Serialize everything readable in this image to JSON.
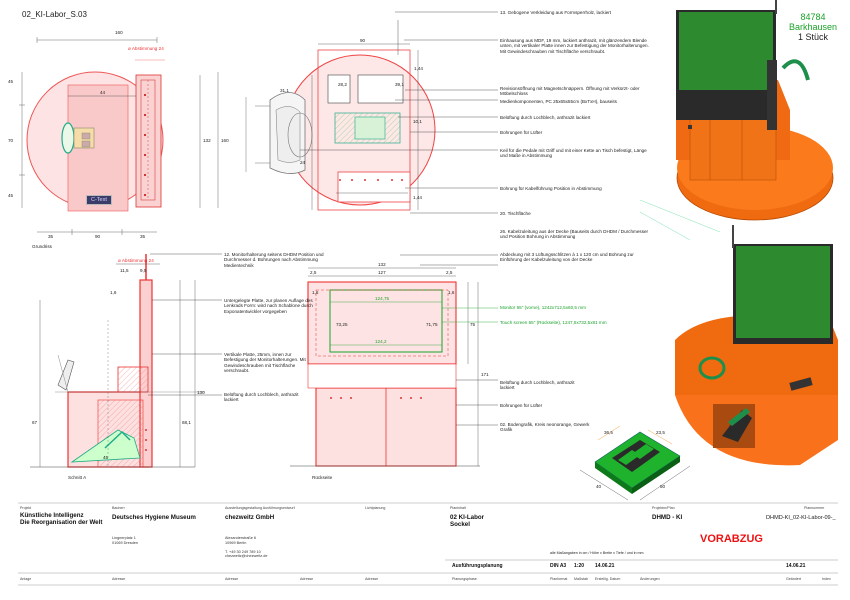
{
  "sheet_title": "02_KI-Labor_S.03",
  "product": {
    "number": "84784",
    "location": "Barkhausen",
    "quantity": "1 Stück"
  },
  "views": {
    "plan": "Grundriss",
    "section_a": "Schnitt A",
    "rear": "Rückseite"
  },
  "plan_tag": "C-Text",
  "dims": {
    "plan_160": "160",
    "plan_abst": "ø Abstimmung 24",
    "plan_44": "44",
    "plan_45a": "45",
    "plan_70": "70",
    "plan_45b": "45",
    "plan_132": "132",
    "plan_160v": "160",
    "plan_35a": "35",
    "plan_90": "90",
    "plan_35b": "35",
    "det_90": "90",
    "det_28": "28,2",
    "det_39": "39,1",
    "det_31": "31,1",
    "det_144a": "1,44",
    "det_10": "10,1",
    "det_144b": "1,44",
    "det_24": "24",
    "rear_132": "132",
    "rear_25a": "2,5",
    "rear_127": "127",
    "rear_25b": "2,5",
    "rear_12475": "124,75",
    "rear_1242": "124,2",
    "rear_7325": "73,25",
    "rear_7175": "71,75",
    "rear_75": "75",
    "rear_171": "171",
    "rear_16a": "1,6",
    "rear_16b": "1,6",
    "sec_abst": "ø Abstimmung 24",
    "sec_95": "9,5",
    "sec_115": "11,5",
    "sec_16": "1,6",
    "sec_130": "130",
    "sec_68": "68,1",
    "sec_67": "67",
    "sec_45": "45",
    "iso_365": "36,5",
    "iso_235": "23,5",
    "iso_40": "40",
    "iso_50": "50"
  },
  "notes": [
    "13. Gebogene Verkleidung aus Formsperrholz, lackiert",
    "Einhausung aus MDF, 19 mm, lackiert anthrazit, mit glänzendem Blende unten, mit vertikaler Platte innen zur Befestigung der Monitorhalterungen. Mit Gewindeschrauben mit Tischfläche verschraubt.",
    "Revisionsöffnung mit Magnetschnäppern. Öffnung mit Verkürzt- oder Möbelschloss",
    "Medienkomponenten, PC 25x65x55cm (BxTxH), bauseits",
    "Belüftung durch Lochblech, anthrazit lackiert",
    "Bohrungen für Lüfter",
    "Keil für die Pedale mit Griff und mit einer Kette an Tisch befestigt, Länge und Maße in Abstimmung",
    "Bohrung für Kabelführung Position in Abstimmung",
    "20. Tischfläche",
    "26. Kabelzuleitung aus der Decke (Bauseits durch DHDM / Durchmesser und Position Bohrung in Abstimmung",
    "Abdeckung mit 3 Lüftungsschlitzen à 1 x 120 cm und Bohrung zur Einführung der Kabelzuleitung von der Decke",
    "12. Monitorhalterung seitens DHDM Position und Durchmesser d. Bohrungen nach Abstimmung Medientechnik",
    "Untergelegte Platte, zur planen Auflage des Lenkrads Form: wird nach Schablone durch Exponatentwickler vorgegeben",
    "Vertikale Platte, 25mm, innen zur Befestigung der Monitorhalterungen. Mit Gewindeschrauben mit Tischfläche verschraubt.",
    "Belüftung durch Lochblech, anthrazit lackiert",
    "Belüftung durch Lochblech, anthrazit lackiert",
    "Bohrungen für Lüfter",
    "02. Bodengrafik, Kreis neonorange, Gewerk Grafik",
    "Monitor 65\" (vorne), 1242x712,5x60,5 mm",
    "Touch screen 65\" (Rückseite), 1247,5x732,5x81 mm"
  ],
  "titleblock": {
    "labels": {
      "projekt": "Projekt",
      "bauherr": "Bauherr",
      "ausfuehrung": "Ausstellungsgestaltung Ausführungsentwurf",
      "lichtplanung": "Lichtplanung",
      "planinhalt": "Planinhalt",
      "projektnr": "Projektnr/Plan",
      "plannummer": "Plannummer",
      "anlage": "Anlage",
      "adresse1": "Adresse",
      "adresse2": "Adresse",
      "adresse3": "Adresse",
      "adresse4": "Adresse",
      "planungsphase": "Planungsphase",
      "planformat": "Planformat",
      "massstab": "Maßstab",
      "erstellt": "Erstellig. Datum",
      "aenderungen": "Änderungen",
      "geaendert": "Geändert",
      "index": "Index"
    },
    "project": "Künstliche Intelligenz\nDie Reorganisation der Welt",
    "client": "Deutsches Hygiene Museum",
    "client_addr": "Lingnerplatz 1\n01069 Dresden",
    "designer": "chezweitz GmbH",
    "designer_addr": "Alexanderstraße 6\n10969 Berlin\n\nT. +49 30 249 789 10\nchezweitz@chezweitz.de",
    "content": "02 KI-Labor\nSockel",
    "project_no": "DHMD - KI",
    "plan_no": "DHMD-KI_02-KI-Labor-09-_",
    "phase": "Ausführungsplanung",
    "note": "alle Maßangaben in cm / Höhe x Breite x Tiefe / und in mm",
    "format": "DIN A3",
    "scale": "1:20",
    "date": "14.06.21",
    "date2": "14.06.21",
    "stamp": "VORABZUG"
  }
}
